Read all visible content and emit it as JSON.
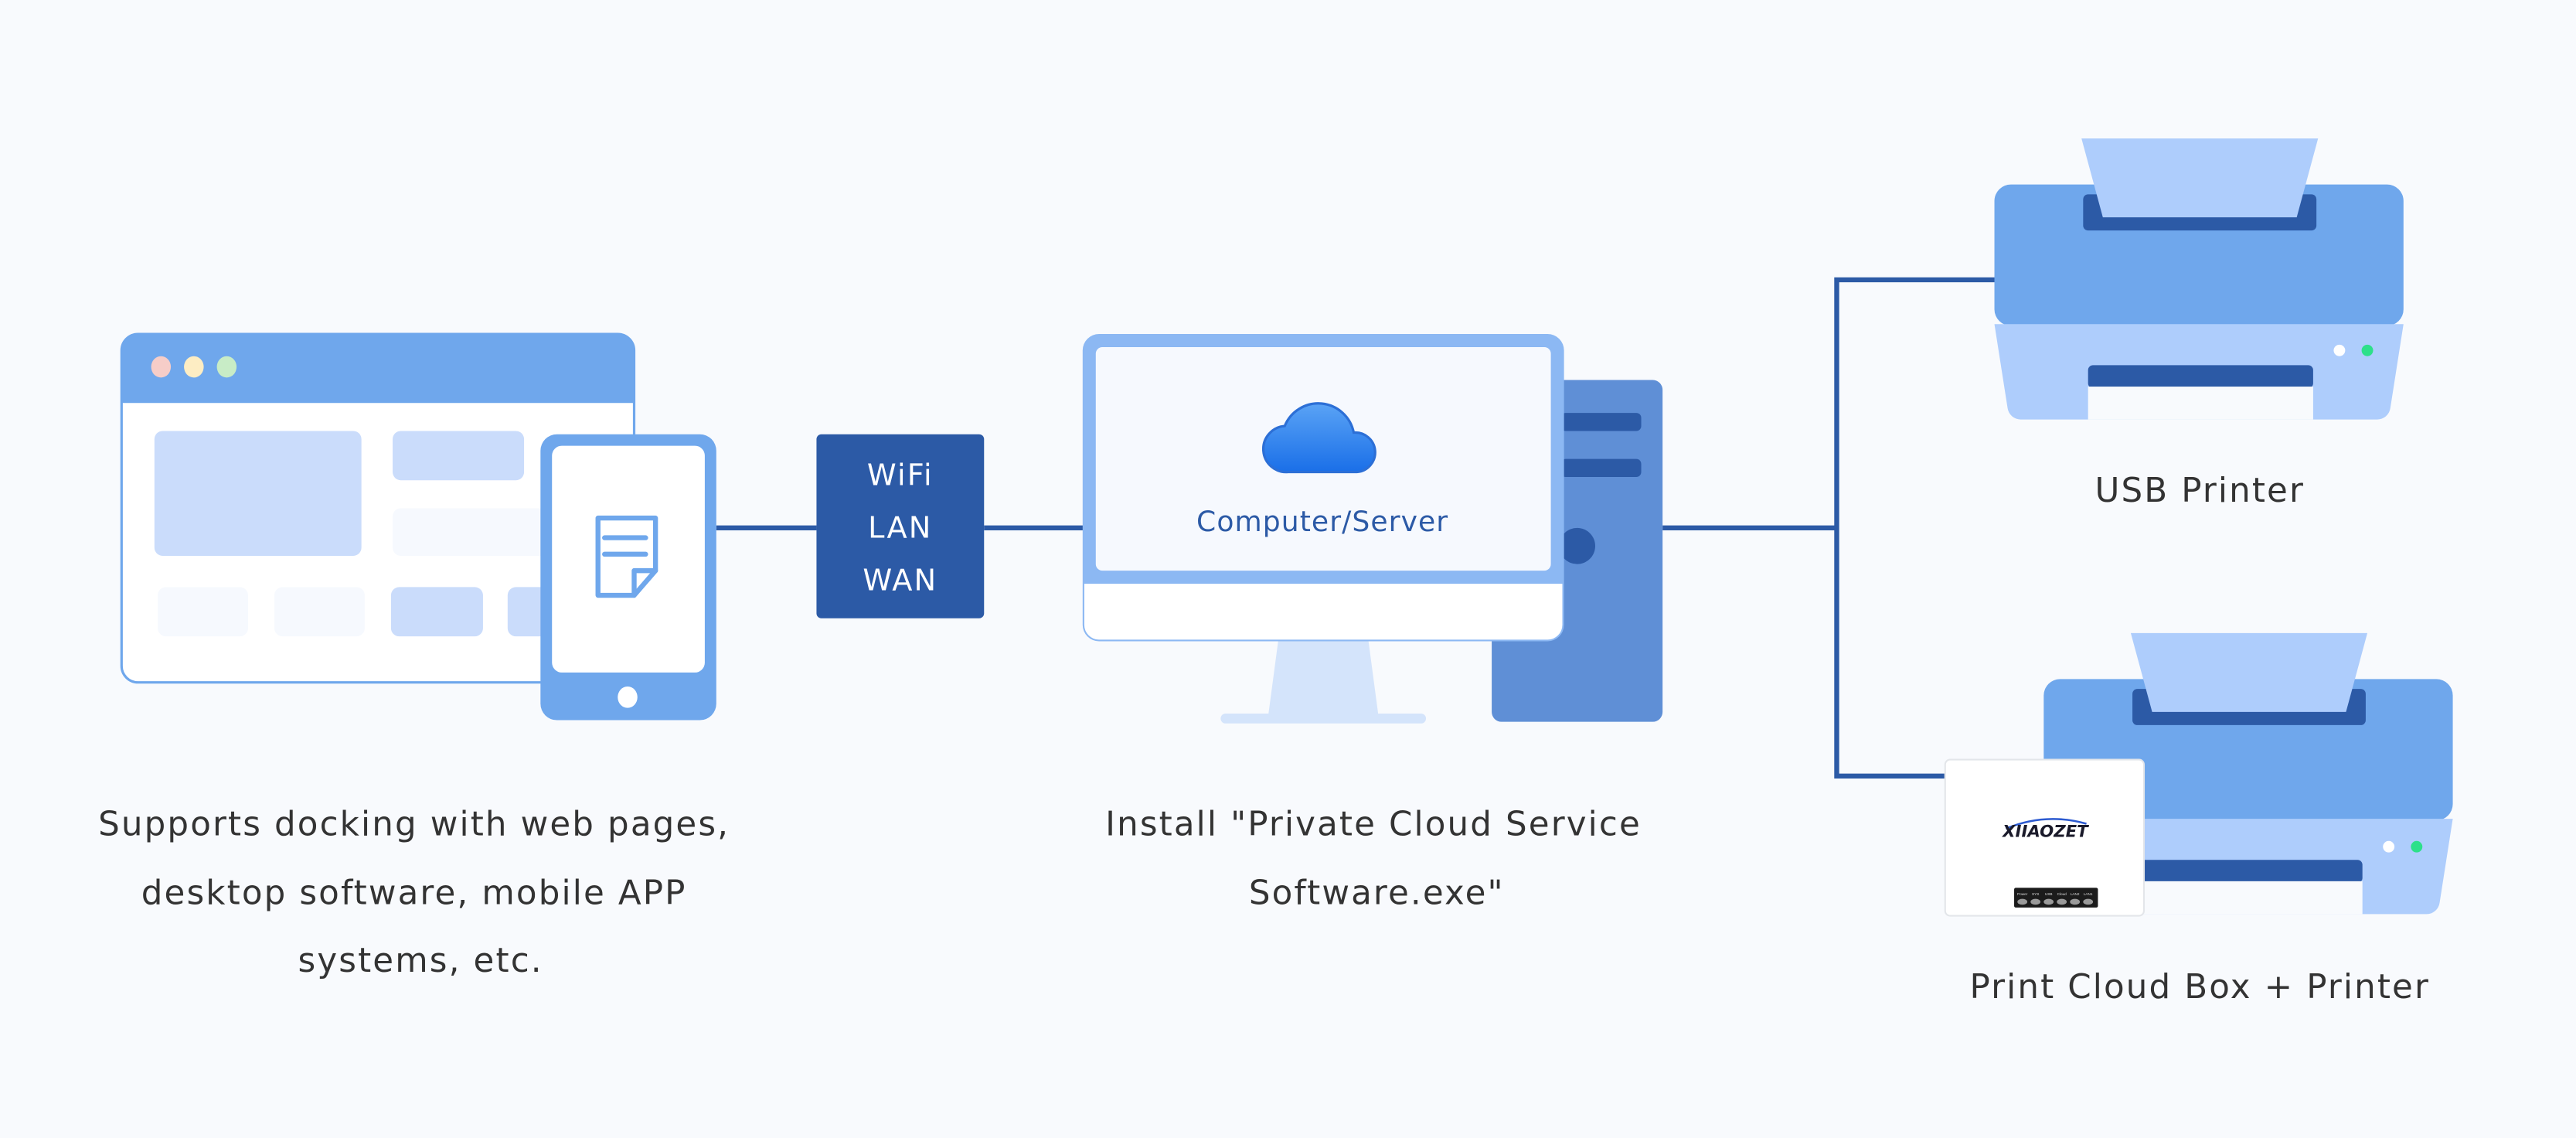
{
  "colors": {
    "background": "#f8fafd",
    "primary": "#6fa7ec",
    "dark": "#2c5aa6",
    "light": "#aecdfc",
    "tower": "#5f8fd6"
  },
  "client": {
    "caption_lines": [
      "Supports docking with web pages,",
      "desktop software, mobile APP",
      "systems, etc."
    ],
    "icons": [
      "browser-window-icon",
      "mobile-phone-icon",
      "document-icon"
    ]
  },
  "network": {
    "lines": [
      "WiFi",
      "LAN",
      "WAN"
    ]
  },
  "server": {
    "screen_label": "Computer/Server",
    "caption_lines": [
      "Install \"Private Cloud Service",
      "Software.exe\""
    ],
    "icons": [
      "monitor-icon",
      "cloud-icon",
      "pc-tower-icon"
    ]
  },
  "printers": [
    {
      "label": "USB Printer",
      "icon": "printer-icon"
    },
    {
      "label": "Print Cloud Box + Printer",
      "icon": "printer-icon"
    }
  ],
  "cloud_box": {
    "brand": "XIIAOZET",
    "leds": [
      "Power",
      "SYS",
      "USB",
      "Cloud",
      "LAN2",
      "LAN1"
    ]
  }
}
